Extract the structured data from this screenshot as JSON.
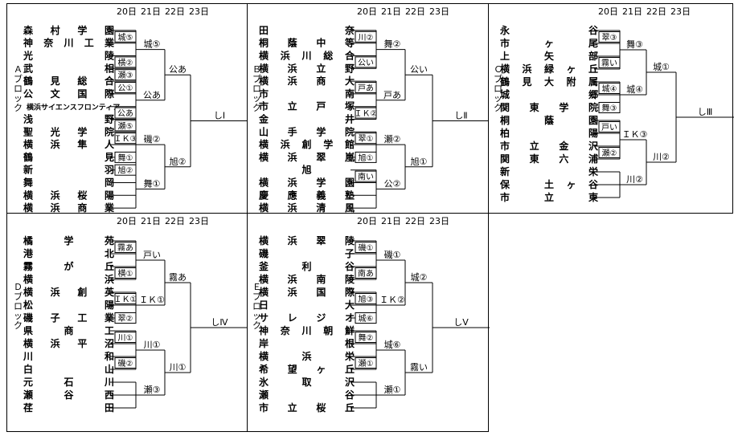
{
  "blocks": [
    {
      "id": "A",
      "label": "Ａブロック",
      "dates": [
        "20日",
        "21日",
        "22日",
        "23日"
      ],
      "teams": [
        [
          "森",
          "村",
          "学",
          "園"
        ],
        [
          "神",
          "奈",
          "川",
          "工",
          "業"
        ],
        [
          "光",
          "",
          "",
          "",
          "陵"
        ],
        [
          "武",
          "",
          "",
          "",
          "相"
        ],
        [
          "鶴",
          "見",
          "総",
          "合"
        ],
        [
          "公",
          "文",
          "国",
          "際"
        ],
        [
          "横浜サイエンスフロンティア"
        ],
        [
          "浅",
          "",
          "",
          "",
          "野"
        ],
        [
          "聖",
          "光",
          "学",
          "院"
        ],
        [
          "横",
          "浜",
          "隼",
          "人"
        ],
        [
          "鶴",
          "",
          "",
          "",
          "見"
        ],
        [
          "新",
          "",
          "",
          "",
          "羽"
        ],
        [
          "舞",
          "",
          "",
          "",
          "岡"
        ],
        [
          "横",
          "浜",
          "桜",
          "陽"
        ],
        [
          "横",
          "浜",
          "商",
          "業"
        ]
      ],
      "r1": [
        "城⑤",
        "横②",
        "瀬③",
        "公①",
        "公あ",
        "瀬⑤",
        "ＩＫ③",
        "舞①",
        "旭②"
      ],
      "r2": [
        "城⑤",
        "公あ",
        "磯②",
        "舞①"
      ],
      "r3": [
        "公あ",
        "旭②"
      ],
      "final": "しⅠ"
    },
    {
      "id": "B",
      "label": "Ｂブロック",
      "dates": [
        "20日",
        "21日",
        "22日",
        "23日"
      ],
      "teams": [
        [
          "田",
          "",
          "",
          "",
          "奈"
        ],
        [
          "桐",
          "蔭",
          "中",
          "等"
        ],
        [
          "横",
          "浜",
          "川",
          "総",
          "合"
        ],
        [
          "横",
          "浜",
          "立",
          "野"
        ],
        [
          "横",
          "浜",
          "商",
          "大"
        ],
        [
          "市",
          "",
          "",
          "",
          "南"
        ],
        [
          "市",
          "立",
          "戸",
          "塚"
        ],
        [
          "金",
          "",
          "",
          "",
          "井"
        ],
        [
          "山",
          "手",
          "学",
          "院"
        ],
        [
          "横",
          "浜",
          "創",
          "学",
          "館"
        ],
        [
          "横",
          "浜",
          "翠",
          "嵐"
        ],
        [
          "旭"
        ],
        [
          "横",
          "浜",
          "学",
          "園"
        ],
        [
          "慶",
          "應",
          "義",
          "塾"
        ],
        [
          "横",
          "浜",
          "清",
          "風"
        ]
      ],
      "r1": [
        "川②",
        "公い",
        "戸あ",
        "ＩＫ②",
        "翠①",
        "旭①",
        "南い"
      ],
      "r2": [
        "舞②",
        "戸あ",
        "瀬②",
        "公②"
      ],
      "r3": [
        "公い",
        "旭①"
      ],
      "final": "しⅡ"
    },
    {
      "id": "C",
      "label": "Ｃブロック",
      "dates": [
        "20日",
        "21日",
        "22日",
        "23日"
      ],
      "teams": [
        [
          "永",
          "",
          "",
          "",
          "谷"
        ],
        [
          "市",
          "",
          "ヶ",
          "",
          "尾"
        ],
        [
          "上",
          "",
          "矢",
          "",
          "部"
        ],
        [
          "横",
          "浜",
          "緑",
          "ヶ",
          "丘"
        ],
        [
          "鶴",
          "見",
          "大",
          "附",
          "属"
        ],
        [
          "城",
          "",
          "",
          "",
          "郷"
        ],
        [
          "関",
          "東",
          "学",
          "院"
        ],
        [
          "桐",
          "",
          "蔭",
          "",
          "園"
        ],
        [
          "柏",
          "",
          "",
          "",
          "陽"
        ],
        [
          "市",
          "立",
          "金",
          "沢"
        ],
        [
          "関",
          "東",
          "六",
          "浦"
        ],
        [
          "新",
          "",
          "",
          "",
          "栄"
        ],
        [
          "保",
          "",
          "土",
          "ヶ",
          "谷"
        ],
        [
          "市",
          "",
          "立",
          "",
          "東"
        ]
      ],
      "r1": [
        "翠③",
        "霧い",
        "城④",
        "舞③",
        "戸い",
        "瀬②"
      ],
      "r2": [
        "舞③",
        "城④",
        "ＩＫ③",
        "川②"
      ],
      "r3": [
        "城①",
        "川②"
      ],
      "final": "しⅢ"
    },
    {
      "id": "D",
      "label": "Ｄブロック",
      "dates": [
        "20日",
        "21日",
        "22日",
        "23日"
      ],
      "teams": [
        [
          "橘",
          "",
          "学",
          "",
          "苑"
        ],
        [
          "港",
          "",
          "",
          "",
          "北"
        ],
        [
          "霧",
          "",
          "が",
          "",
          "丘"
        ],
        [
          "横",
          "",
          "",
          "",
          "浜"
        ],
        [
          "横",
          "浜",
          "創",
          "英"
        ],
        [
          "松",
          "",
          "",
          "",
          "陽"
        ],
        [
          "磯",
          "子",
          "工",
          "業"
        ],
        [
          "県",
          "",
          "商",
          "",
          "工"
        ],
        [
          "横",
          "浜",
          "平",
          "沼"
        ],
        [
          "川",
          "",
          "",
          "",
          "和"
        ],
        [
          "白",
          "",
          "",
          "",
          "山"
        ],
        [
          "元",
          "",
          "石",
          "",
          "川"
        ],
        [
          "瀬",
          "",
          "谷",
          "",
          "西"
        ],
        [
          "荏",
          "",
          "",
          "",
          "田"
        ]
      ],
      "r1": [
        "霧あ",
        "横①",
        "ＩＫ①",
        "翠②",
        "川①",
        "磯②"
      ],
      "r2": [
        "戸い",
        "ＩＫ①",
        "川①",
        "瀬③"
      ],
      "r3": [
        "霧あ",
        "川①"
      ],
      "final": "しⅣ"
    },
    {
      "id": "E",
      "label": "Ｅブロック",
      "dates": [
        "20日",
        "21日",
        "22日",
        "23日"
      ],
      "teams": [
        [
          "横",
          "浜",
          "翠",
          "陵"
        ],
        [
          "磯",
          "",
          "",
          "",
          "子"
        ],
        [
          "釜",
          "",
          "利",
          "",
          "谷"
        ],
        [
          "横",
          "浜",
          "南",
          "陵"
        ],
        [
          "横",
          "浜",
          "国",
          "際"
        ],
        [
          "日",
          "",
          "",
          "",
          "大"
        ],
        [
          "サ",
          "レ",
          "ジ",
          "オ"
        ],
        [
          "神",
          "奈",
          "川",
          "朝",
          "鮮"
        ],
        [
          "岸",
          "",
          "",
          "",
          "根"
        ],
        [
          "横",
          "",
          "浜",
          "",
          "栄"
        ],
        [
          "希",
          "望",
          "ヶ",
          "丘"
        ],
        [
          "氷",
          "",
          "取",
          "",
          "沢"
        ],
        [
          "瀬",
          "",
          "",
          "",
          "谷"
        ],
        [
          "市",
          "立",
          "桜",
          "丘"
        ]
      ],
      "r1": [
        "磯①",
        "南あ",
        "旭③",
        "城⑥",
        "舞②",
        "瀬①"
      ],
      "r2": [
        "磯①",
        "ＩＫ②",
        "城⑥",
        "瀬①"
      ],
      "r3": [
        "城②",
        "霧い"
      ],
      "final": "しⅤ"
    }
  ]
}
